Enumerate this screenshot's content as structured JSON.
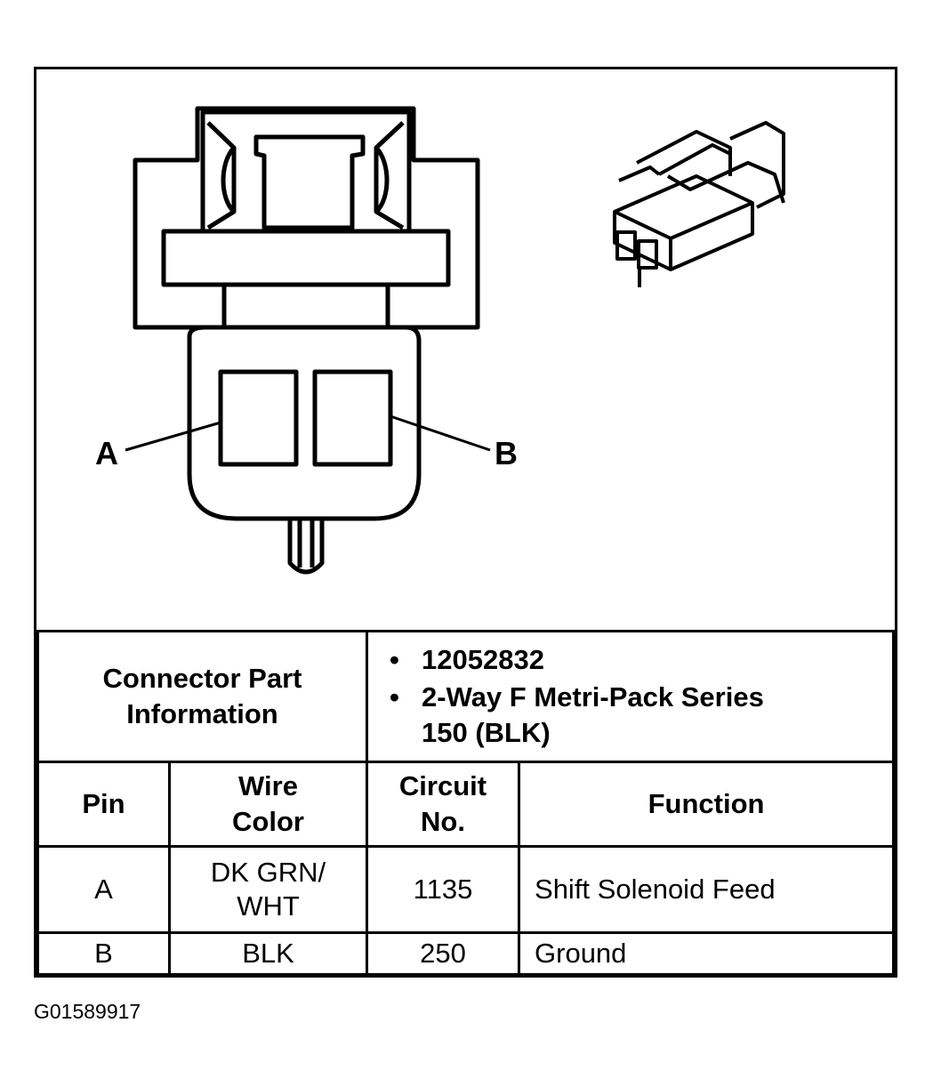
{
  "diagram": {
    "pin_labels": [
      "A",
      "B"
    ]
  },
  "connector_part": {
    "label_line1": "Connector Part",
    "label_line2": "Information",
    "part_number": "12052832",
    "description_line1": "2-Way F Metri-Pack Series",
    "description_line2": "150 (BLK)"
  },
  "columns": {
    "pin": "Pin",
    "wire_color_line1": "Wire",
    "wire_color_line2": "Color",
    "circuit_line1": "Circuit",
    "circuit_line2": "No.",
    "function": "Function"
  },
  "rows": [
    {
      "pin": "A",
      "wire_color_line1": "DK GRN/",
      "wire_color_line2": "WHT",
      "circuit": "1135",
      "function": "Shift Solenoid Feed"
    },
    {
      "pin": "B",
      "wire_color": "BLK",
      "circuit": "250",
      "function": "Ground"
    }
  ],
  "footer_code": "G01589917"
}
